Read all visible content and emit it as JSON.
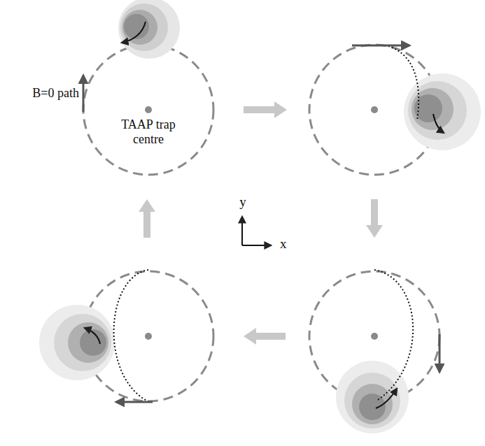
{
  "diagram": {
    "labels": [
      "B=0 path",
      "TAAP trap centre",
      "y",
      "x"
    ]
  }
}
